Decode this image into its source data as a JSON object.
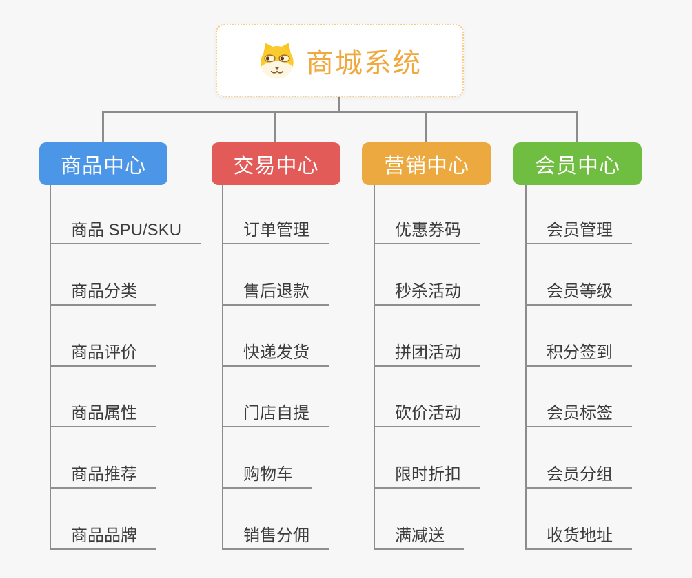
{
  "root": {
    "title": "商城系统",
    "icon": "dog-face-icon"
  },
  "colors": {
    "background": "#f7f7f7",
    "root_text": "#efa93e",
    "root_border": "#f6ca84",
    "connector": "#8c8c8c",
    "item_text": "#3c3c3c",
    "branch_blue": "#4c96e8",
    "branch_red": "#e25b58",
    "branch_orange": "#eca93f",
    "branch_green": "#70be41"
  },
  "branches": [
    {
      "title": "商品中心",
      "color": "#4c96e8",
      "items": [
        "商品 SPU/SKU",
        "商品分类",
        "商品评价",
        "商品属性",
        "商品推荐",
        "商品品牌"
      ]
    },
    {
      "title": "交易中心",
      "color": "#e25b58",
      "items": [
        "订单管理",
        "售后退款",
        "快递发货",
        "门店自提",
        "购物车",
        "销售分佣"
      ]
    },
    {
      "title": "营销中心",
      "color": "#eca93f",
      "items": [
        "优惠券码",
        "秒杀活动",
        "拼团活动",
        "砍价活动",
        "限时折扣",
        "满减送"
      ]
    },
    {
      "title": "会员中心",
      "color": "#70be41",
      "items": [
        "会员管理",
        "会员等级",
        "积分签到",
        "会员标签",
        "会员分组",
        "收货地址"
      ]
    }
  ]
}
